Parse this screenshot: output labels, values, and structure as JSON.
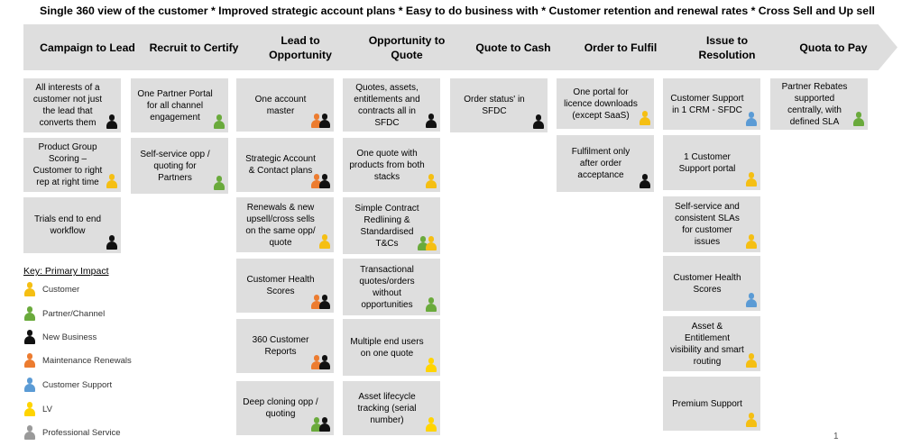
{
  "title": "Single 360 view of the customer  * Improved strategic account plans * Easy to do business with * Customer retention and renewal rates * Cross Sell and Up sell",
  "colors": {
    "customer": "#f5bf13",
    "partner": "#6aaa3c",
    "new_business": "#111111",
    "maintenance": "#ec7c30",
    "support": "#5b9bd5",
    "lv": "#ffd400",
    "professional": "#9a9a9a",
    "box": "#dedede"
  },
  "stages": [
    "Campaign to Lead",
    "Recruit to Certify",
    "Lead to Opportunity",
    "Opportunity to Quote",
    "Quote to Cash",
    "Order to Fulfil",
    "Issue to Resolution",
    "Quota to Pay"
  ],
  "columns": [
    {
      "cards": [
        {
          "text": "All interests of a customer not just the lead that converts them",
          "icons": [
            "new_business"
          ]
        },
        {
          "text": "Product Group Scoring – Customer to right rep at right time",
          "icons": [
            "customer"
          ]
        },
        {
          "text": "Trials end to end workflow",
          "icons": [
            "new_business"
          ]
        }
      ]
    },
    {
      "cards": [
        {
          "text": "One Partner Portal for all channel engagement",
          "icons": [
            "partner"
          ]
        },
        {
          "text": "Self-service opp / quoting for Partners",
          "icons": [
            "partner"
          ]
        }
      ]
    },
    {
      "cards": [
        {
          "text": "One account master",
          "icons": [
            "maintenance",
            "new_business"
          ]
        },
        {
          "text": "Strategic Account & Contact plans",
          "icons": [
            "maintenance",
            "new_business"
          ]
        },
        {
          "text": "Renewals & new upsell/cross sells on the same opp/ quote",
          "icons": [
            "customer"
          ]
        },
        {
          "text": "Customer Health Scores",
          "icons": [
            "maintenance",
            "new_business"
          ]
        },
        {
          "text": "360 Customer Reports",
          "icons": [
            "maintenance",
            "new_business"
          ]
        },
        {
          "text": "Deep cloning opp / quoting",
          "icons": [
            "partner",
            "new_business"
          ]
        }
      ]
    },
    {
      "cards": [
        {
          "text": "Quotes, assets, entitlements and contracts all in SFDC",
          "icons": [
            "new_business"
          ]
        },
        {
          "text": "One quote with products from both stacks",
          "icons": [
            "customer"
          ]
        },
        {
          "text": "Simple Contract Redlining & Standardised T&Cs",
          "icons": [
            "partner",
            "customer"
          ]
        },
        {
          "text": "Transactional quotes/orders without opportunities",
          "icons": [
            "partner"
          ]
        },
        {
          "text": "Multiple end users on one quote",
          "icons": [
            "lv"
          ]
        },
        {
          "text": "Asset lifecycle tracking (serial number)",
          "icons": [
            "lv"
          ]
        }
      ]
    },
    {
      "cards": [
        {
          "text": "Order status' in SFDC",
          "icons": [
            "new_business"
          ]
        }
      ]
    },
    {
      "cards": [
        {
          "text": "One portal for licence downloads (except SaaS)",
          "icons": [
            "customer"
          ]
        },
        {
          "text": "Fulfilment only after order acceptance",
          "icons": [
            "new_business"
          ]
        }
      ]
    },
    {
      "cards": [
        {
          "text": "Customer Support in 1 CRM - SFDC",
          "icons": [
            "support"
          ]
        },
        {
          "text": "1 Customer Support portal",
          "icons": [
            "customer"
          ]
        },
        {
          "text": "Self-service and consistent SLAs for customer issues",
          "icons": [
            "customer"
          ]
        },
        {
          "text": "Customer Health Scores",
          "icons": [
            "support"
          ]
        },
        {
          "text": "Asset & Entitlement visibility and smart routing",
          "icons": [
            "customer"
          ]
        },
        {
          "text": "Premium Support",
          "icons": [
            "customer"
          ]
        }
      ]
    },
    {
      "cards": [
        {
          "text": "Partner Rebates supported centrally, with defined SLA",
          "icons": [
            "partner"
          ]
        }
      ]
    }
  ],
  "key": {
    "title": "Key: Primary Impact",
    "items": [
      {
        "label": "Customer",
        "color": "customer"
      },
      {
        "label": "Partner/Channel",
        "color": "partner"
      },
      {
        "label": "New Business",
        "color": "new_business"
      },
      {
        "label": "Maintenance Renewals",
        "color": "maintenance"
      },
      {
        "label": "Customer Support",
        "color": "support"
      },
      {
        "label": "LV",
        "color": "lv"
      },
      {
        "label": "Professional Service",
        "color": "professional"
      }
    ]
  },
  "page_number": "1"
}
